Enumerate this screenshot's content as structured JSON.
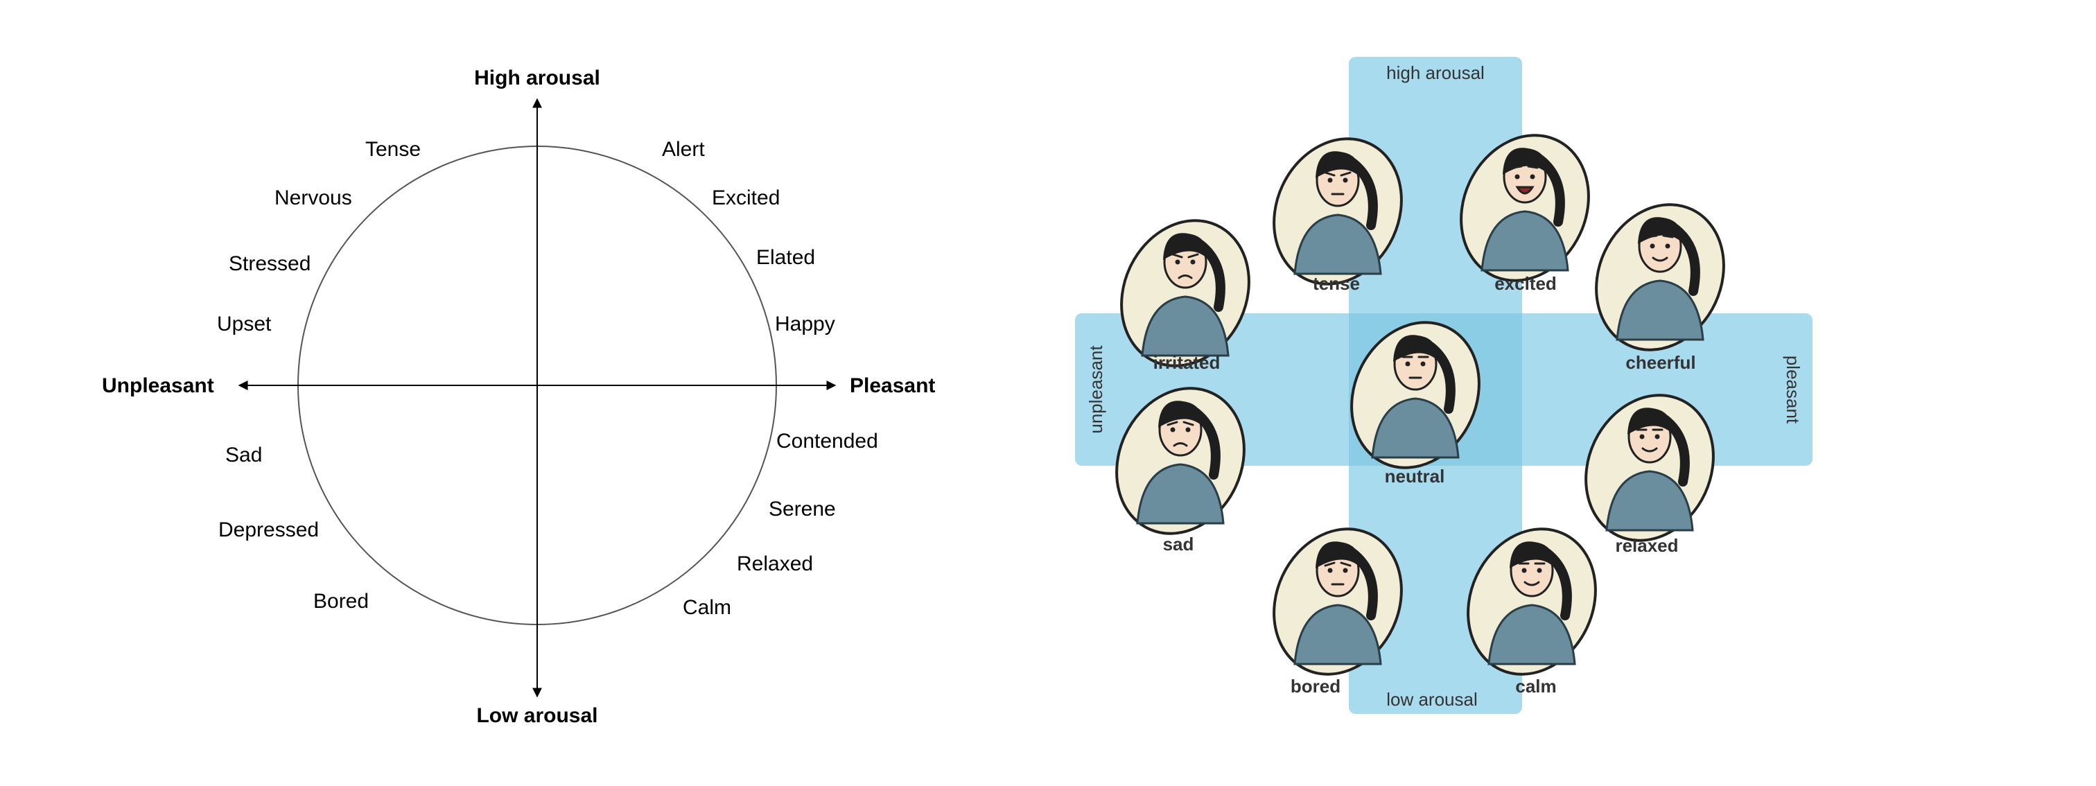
{
  "left_diagram": {
    "axis_top": "High arousal",
    "axis_bottom": "Low arousal",
    "axis_left": "Unpleasant",
    "axis_right": "Pleasant",
    "emotions": {
      "tense": "Tense",
      "nervous": "Nervous",
      "stressed": "Stressed",
      "upset": "Upset",
      "sad": "Sad",
      "depressed": "Depressed",
      "bored": "Bored",
      "alert": "Alert",
      "excited": "Excited",
      "elated": "Elated",
      "happy": "Happy",
      "contended": "Contended",
      "serene": "Serene",
      "relaxed": "Relaxed",
      "calm": "Calm"
    }
  },
  "right_diagram": {
    "band_top": "high arousal",
    "band_bottom": "low arousal",
    "band_left": "unpleasant",
    "band_right": "pleasant",
    "band_color": "#a9dbee",
    "overlap_color": "#8ccde6",
    "shirt_color": "#6a8e9e",
    "oval_color": "#f1edd7",
    "faces": {
      "tense": "tense",
      "excited": "excited",
      "irritated": "irritated",
      "cheerful": "cheerful",
      "neutral": "neutral",
      "sad": "sad",
      "relaxed": "relaxed",
      "bored": "bored",
      "calm": "calm"
    }
  }
}
